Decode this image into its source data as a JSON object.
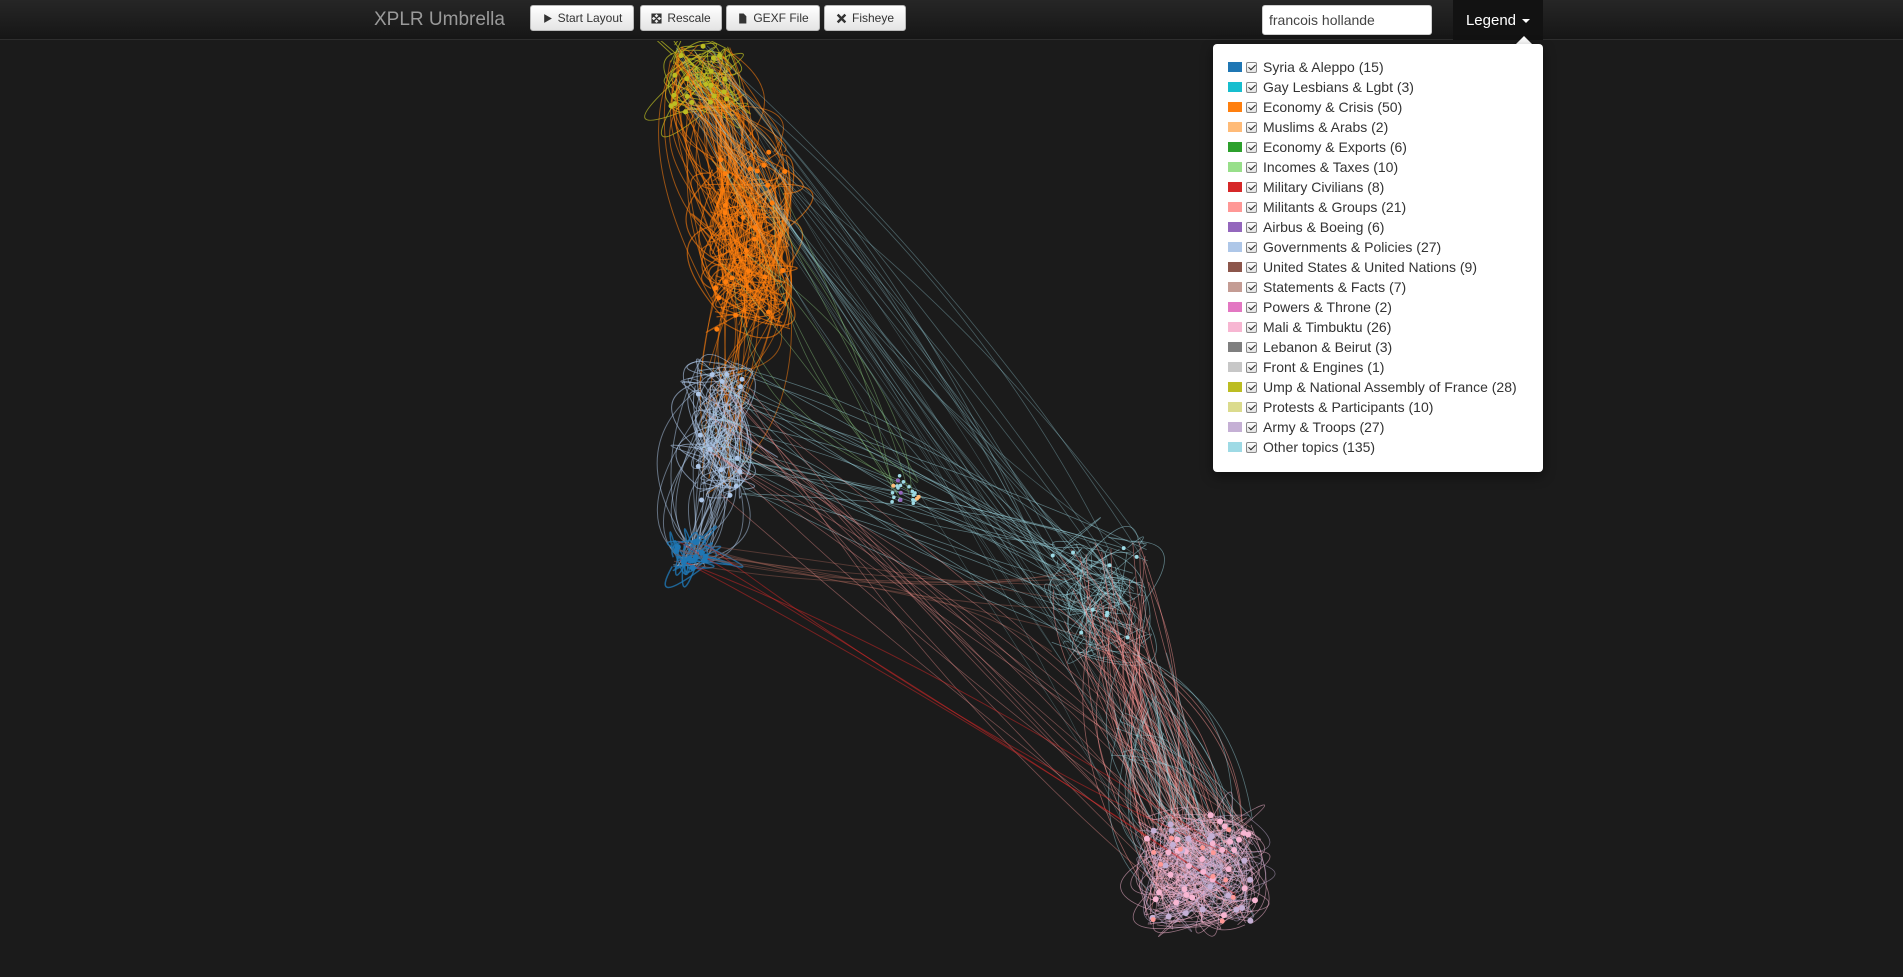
{
  "navbar": {
    "brand": "XPLR Umbrella",
    "buttons": {
      "start_layout": "Start Layout",
      "rescale": "Rescale",
      "gexf_file": "GEXF File",
      "fisheye": "Fisheye"
    },
    "search_value": "francois hollande",
    "legend_label": "Legend"
  },
  "legend": {
    "items": [
      {
        "label": "Syria & Aleppo (15)",
        "color": "#1f77b4",
        "checked": true
      },
      {
        "label": "Gay Lesbians & Lgbt (3)",
        "color": "#17becf",
        "checked": true
      },
      {
        "label": "Economy & Crisis (50)",
        "color": "#ff7f0e",
        "checked": true
      },
      {
        "label": "Muslims & Arabs (2)",
        "color": "#ffbb78",
        "checked": true
      },
      {
        "label": "Economy & Exports (6)",
        "color": "#2ca02c",
        "checked": true
      },
      {
        "label": "Incomes & Taxes (10)",
        "color": "#98df8a",
        "checked": true
      },
      {
        "label": "Military Civilians (8)",
        "color": "#d62728",
        "checked": true
      },
      {
        "label": "Militants & Groups (21)",
        "color": "#ff9896",
        "checked": true
      },
      {
        "label": "Airbus & Boeing (6)",
        "color": "#9467bd",
        "checked": true
      },
      {
        "label": "Governments & Policies (27)",
        "color": "#aec7e8",
        "checked": true
      },
      {
        "label": "United States & United Nations (9)",
        "color": "#8c564b",
        "checked": true
      },
      {
        "label": "Statements & Facts (7)",
        "color": "#c49c94",
        "checked": true
      },
      {
        "label": "Powers & Throne (2)",
        "color": "#e377c2",
        "checked": true
      },
      {
        "label": "Mali & Timbuktu (26)",
        "color": "#f7b6d2",
        "checked": true
      },
      {
        "label": "Lebanon & Beirut (3)",
        "color": "#7f7f7f",
        "checked": true
      },
      {
        "label": "Front & Engines (1)",
        "color": "#c7c7c7",
        "checked": true
      },
      {
        "label": "Ump & National Assembly of France (28)",
        "color": "#bcbd22",
        "checked": true
      },
      {
        "label": "Protests & Participants (10)",
        "color": "#dbdb8d",
        "checked": true
      },
      {
        "label": "Army & Troops (27)",
        "color": "#c5b0d5",
        "checked": true
      },
      {
        "label": "Other topics (135)",
        "color": "#9edae5",
        "checked": true
      }
    ]
  }
}
